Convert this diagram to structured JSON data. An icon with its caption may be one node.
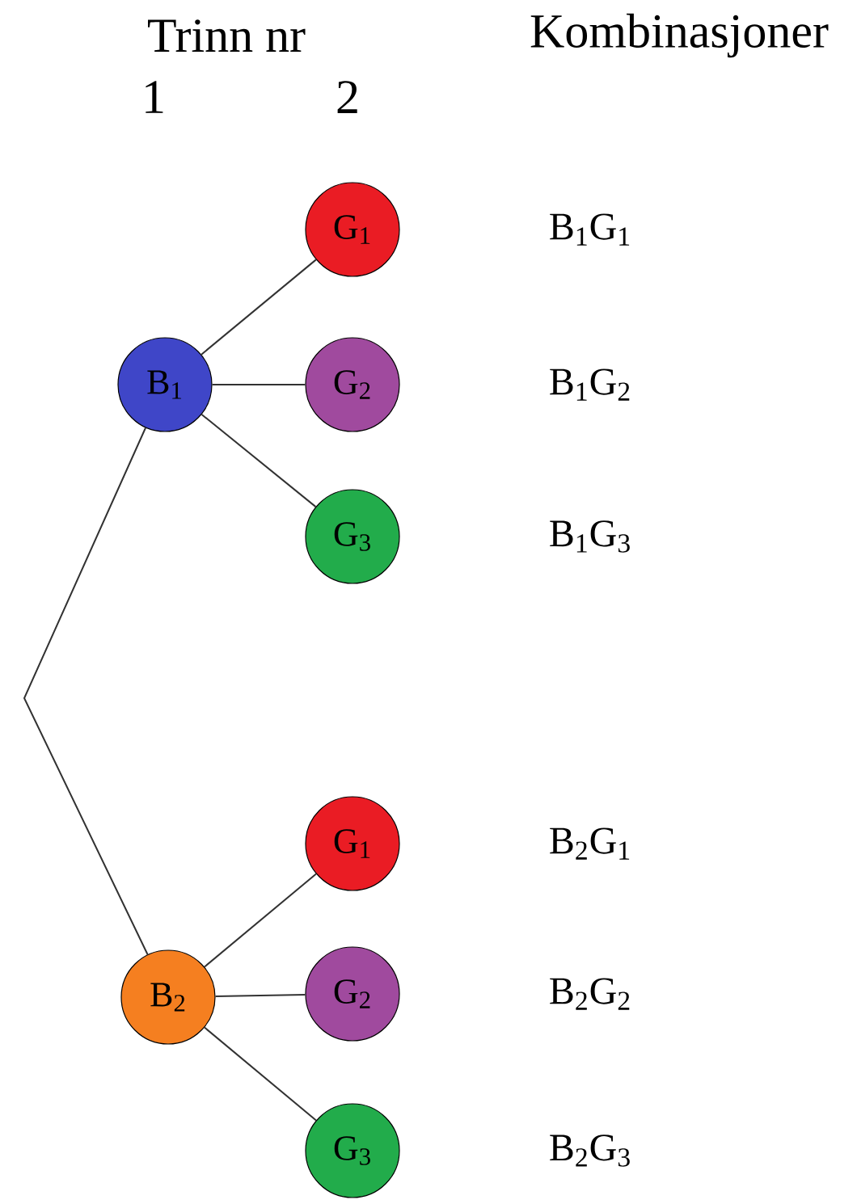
{
  "diagram": {
    "nodes": [
      {
        "text": [
          "B$_{1}$"
        ]
      },
      {
        "text": [
          "G$_{1}$"
        ]
      },
      {
        "text": [
          "G$_{2}$"
        ]
      },
      {
        "text": [
          "G$_{3}$"
        ]
      },
      {
        "text": [
          "B$_{2}$"
        ]
      },
      {
        "text": [
          "G$_{1}$"
        ]
      },
      {
        "text": [
          "G$_{2}$"
        ]
      },
      {
        "text": [
          "G$_{3}$"
        ]
      }
    ],
    "edges": [
      {
        "from": 0,
        "to": 4,
        "arrow": "none"
      },
      {
        "from": 0,
        "to": 1,
        "arrow": "none"
      },
      {
        "from": 0,
        "to": 2,
        "arrow": "none"
      },
      {
        "from": 0,
        "to": 3,
        "arrow": "none"
      },
      {
        "from": 4,
        "to": 5,
        "arrow": "none"
      },
      {
        "from": 4,
        "to": 6,
        "arrow": "none"
      },
      {
        "from": 4,
        "to": 7,
        "arrow": "none"
      }
    ],
    "labels": [
      "Trinn nr",
      "Kombinasjoner",
      "1",
      "2",
      "B$_{1}$G$_{1}$",
      "B$_{1}$G$_{2}$",
      "B$_{1}$G$_{3}$",
      "B$_{2}$G$_{1}$",
      "B$_{2}$G$_{2}$",
      "B$_{2}$G$_{3}$"
    ]
  }
}
